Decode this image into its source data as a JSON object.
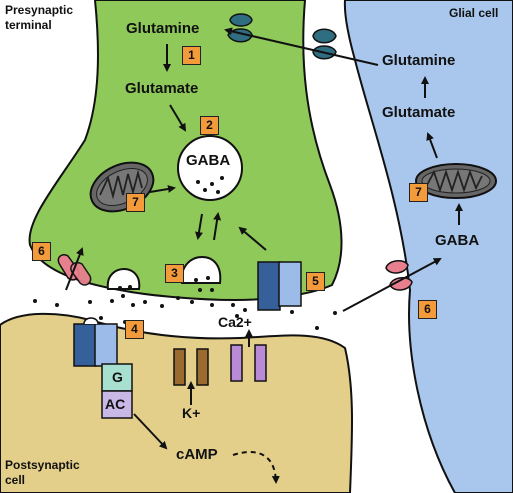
{
  "labels": {
    "presynaptic_terminal": [
      "Presynaptic",
      "terminal"
    ],
    "glial_cell": "Glial cell",
    "postsynaptic_cell": [
      "Postsynaptic",
      "cell"
    ],
    "glutamine_pre": "Glutamine",
    "glutamate_pre": "Glutamate",
    "gaba_vesicle": "GABA",
    "glutamine_glia": "Glutamine",
    "glutamate_glia": "Glutamate",
    "gaba_glia": "GABA",
    "ca2": "Ca2+",
    "k": "K+",
    "camp": "cAMP",
    "g_protein": "G",
    "adenylyl_cyclase": "AC"
  },
  "badges": [
    "1",
    "2",
    "3",
    "4",
    "5",
    "6",
    "6",
    "7",
    "7"
  ],
  "colors": {
    "presynaptic_fill": "#8ec95a",
    "glial_fill": "#a9c7ec",
    "postsynaptic_fill": "#e3cf8a",
    "badge_fill": "#f39a3a",
    "transporter": "#2f6d80",
    "pink_receptor": "#e77f8e",
    "blue_receptor": "#6f9ad6",
    "k_channel": "#9a6a2e",
    "ca_channel": "#b98ad6",
    "mitochondrion": "#666666",
    "g_box": "#a8e0d0",
    "ac_box": "#c9b8e6"
  }
}
